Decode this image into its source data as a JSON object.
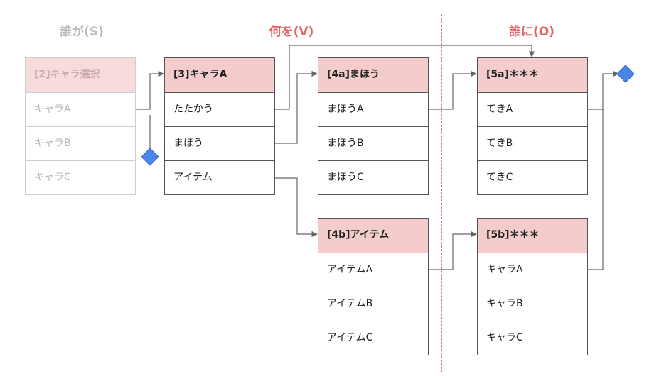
{
  "headers": {
    "subject": "誰が(S)",
    "verb": "何を(V)",
    "object": "誰に(O)"
  },
  "colors": {
    "subject_header": "#bdbdbd",
    "accent_header": "#e06666",
    "panel_head_bg": "#f4cccc",
    "divider": "#e57373",
    "diamond": "#4a86e8"
  },
  "panels": {
    "p2": {
      "title": "[2]キャラ選択",
      "items": [
        "キャラA",
        "キャラB",
        "キャラC"
      ]
    },
    "p3": {
      "title": "[3]キャラA",
      "items": [
        "たたかう",
        "まほう",
        "アイテム"
      ]
    },
    "p4a": {
      "title": "[4a]まほう",
      "items": [
        "まほうA",
        "まほうB",
        "まほうC"
      ]
    },
    "p4b": {
      "title": "[4b]アイテム",
      "items": [
        "アイテムA",
        "アイテムB",
        "アイテムC"
      ]
    },
    "p5a": {
      "title": "[5a]＊＊＊",
      "items": [
        "てきA",
        "てきB",
        "てきC"
      ]
    },
    "p5b": {
      "title": "[5b]＊＊＊",
      "items": [
        "キャラA",
        "キャラB",
        "キャラC"
      ]
    }
  }
}
